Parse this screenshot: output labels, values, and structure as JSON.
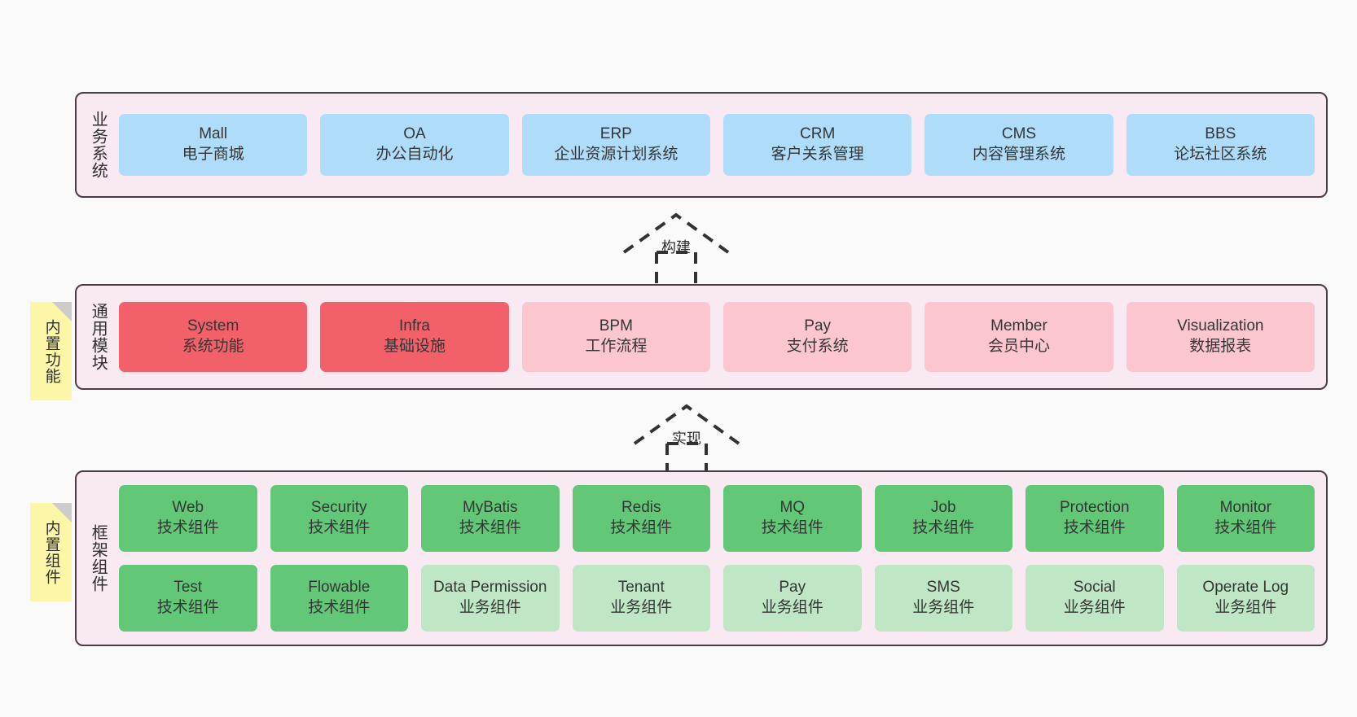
{
  "layers": [
    {
      "id": "business-systems",
      "title": "业务系统",
      "rows": [
        [
          {
            "en": "Mall",
            "cn": "电子商城",
            "color": "blue"
          },
          {
            "en": "OA",
            "cn": "办公自动化",
            "color": "blue"
          },
          {
            "en": "ERP",
            "cn": "企业资源计划系统",
            "color": "blue"
          },
          {
            "en": "CRM",
            "cn": "客户关系管理",
            "color": "blue"
          },
          {
            "en": "CMS",
            "cn": "内容管理系统",
            "color": "blue"
          },
          {
            "en": "BBS",
            "cn": "论坛社区系统",
            "color": "blue"
          }
        ]
      ]
    },
    {
      "id": "common-modules",
      "title": "通用模块",
      "note": "内置功能",
      "rows": [
        [
          {
            "en": "System",
            "cn": "系统功能",
            "color": "red"
          },
          {
            "en": "Infra",
            "cn": "基础设施",
            "color": "red"
          },
          {
            "en": "BPM",
            "cn": "工作流程",
            "color": "pink"
          },
          {
            "en": "Pay",
            "cn": "支付系统",
            "color": "pink"
          },
          {
            "en": "Member",
            "cn": "会员中心",
            "color": "pink"
          },
          {
            "en": "Visualization",
            "cn": "数据报表",
            "color": "pink"
          }
        ]
      ]
    },
    {
      "id": "framework-components",
      "title": "框架组件",
      "note": "内置组件",
      "rows": [
        [
          {
            "en": "Web",
            "cn": "技术组件",
            "color": "green"
          },
          {
            "en": "Security",
            "cn": "技术组件",
            "color": "green"
          },
          {
            "en": "MyBatis",
            "cn": "技术组件",
            "color": "green"
          },
          {
            "en": "Redis",
            "cn": "技术组件",
            "color": "green"
          },
          {
            "en": "MQ",
            "cn": "技术组件",
            "color": "green"
          },
          {
            "en": "Job",
            "cn": "技术组件",
            "color": "green"
          },
          {
            "en": "Protection",
            "cn": "技术组件",
            "color": "green"
          },
          {
            "en": "Monitor",
            "cn": "技术组件",
            "color": "green"
          }
        ],
        [
          {
            "en": "Test",
            "cn": "技术组件",
            "color": "green"
          },
          {
            "en": "Flowable",
            "cn": "技术组件",
            "color": "green"
          },
          {
            "en": "Data Permission",
            "cn": "业务组件",
            "color": "green-light"
          },
          {
            "en": "Tenant",
            "cn": "业务组件",
            "color": "green-light"
          },
          {
            "en": "Pay",
            "cn": "业务组件",
            "color": "green-light"
          },
          {
            "en": "SMS",
            "cn": "业务组件",
            "color": "green-light"
          },
          {
            "en": "Social",
            "cn": "业务组件",
            "color": "green-light"
          },
          {
            "en": "Operate Log",
            "cn": "业务组件",
            "color": "green-light"
          }
        ]
      ]
    }
  ],
  "connectors": [
    {
      "id": "build",
      "label": "构建"
    },
    {
      "id": "implement",
      "label": "实现"
    }
  ],
  "colors": {
    "panel_background": "#f9e9f3",
    "panel_border": "#4a3b45",
    "blue": "#afdcf8",
    "red": "#f2606a",
    "pink": "#fcc6cf",
    "green": "#62c878",
    "green_light": "#bfe7c6",
    "note_yellow": "#fcf7a8",
    "note_fold": "#cccccc",
    "page_background": "#fafafa",
    "text": "#353535"
  }
}
